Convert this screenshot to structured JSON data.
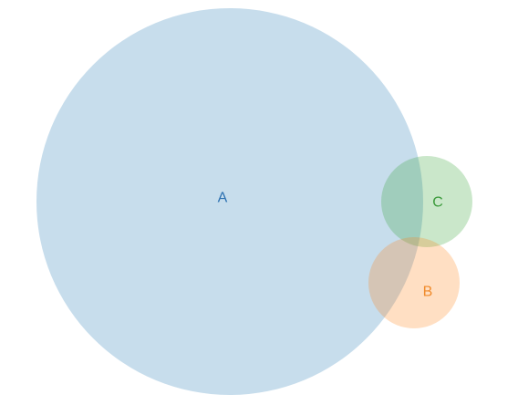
{
  "diagram": {
    "type": "venn",
    "sets": [
      {
        "id": "A",
        "label": "A",
        "color": "#1f77b4",
        "label_color": "#2a6fb0"
      },
      {
        "id": "B",
        "label": "B",
        "color": "#ff7f0e",
        "label_color": "#f08a2a"
      },
      {
        "id": "C",
        "label": "C",
        "color": "#2ca02c",
        "label_color": "#3a9a3a"
      }
    ]
  }
}
